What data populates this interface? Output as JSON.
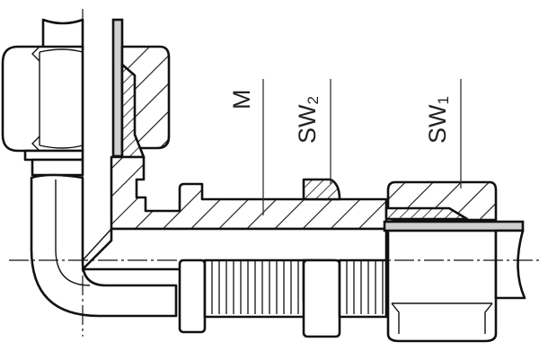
{
  "drawing": {
    "type": "technical-section-drawing",
    "subject": "elbow bulkhead fitting with compression nut",
    "tube_color": "#cfcfcf",
    "line_color": "#111111",
    "background": "#ffffff"
  },
  "labels": {
    "m": {
      "text": "M",
      "sub": ""
    },
    "sw2": {
      "text": "SW",
      "sub": "2"
    },
    "sw1": {
      "text": "SW",
      "sub": "1"
    }
  }
}
